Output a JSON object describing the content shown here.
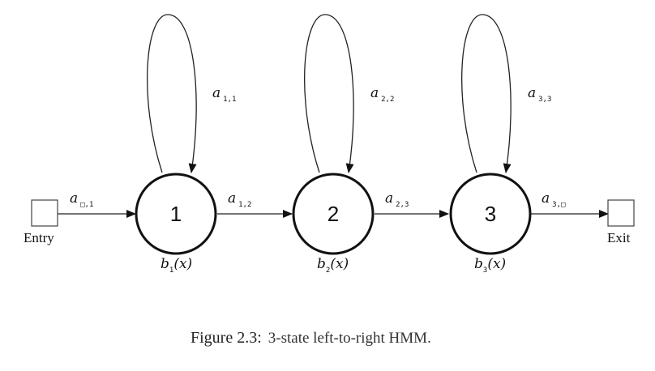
{
  "diagram": {
    "entry_label": "Entry",
    "exit_label": "Exit",
    "states": [
      {
        "number": "1",
        "emission": {
          "base": "b",
          "sub": "1",
          "arg": "(x)"
        },
        "self_loop": {
          "base": "a",
          "sub": "1,1"
        }
      },
      {
        "number": "2",
        "emission": {
          "base": "b",
          "sub": "2",
          "arg": "(x)"
        },
        "self_loop": {
          "base": "a",
          "sub": "2,2"
        }
      },
      {
        "number": "3",
        "emission": {
          "base": "b",
          "sub": "3",
          "arg": "(x)"
        },
        "self_loop": {
          "base": "a",
          "sub": "3,3"
        }
      }
    ],
    "transitions": [
      {
        "base": "a",
        "sub": "□,1"
      },
      {
        "base": "a",
        "sub": "1,2"
      },
      {
        "base": "a",
        "sub": "2,3"
      },
      {
        "base": "a",
        "sub": "3,□"
      }
    ]
  },
  "caption": {
    "number": "Figure 2.3:",
    "text": "3-state left-to-right HMM."
  }
}
